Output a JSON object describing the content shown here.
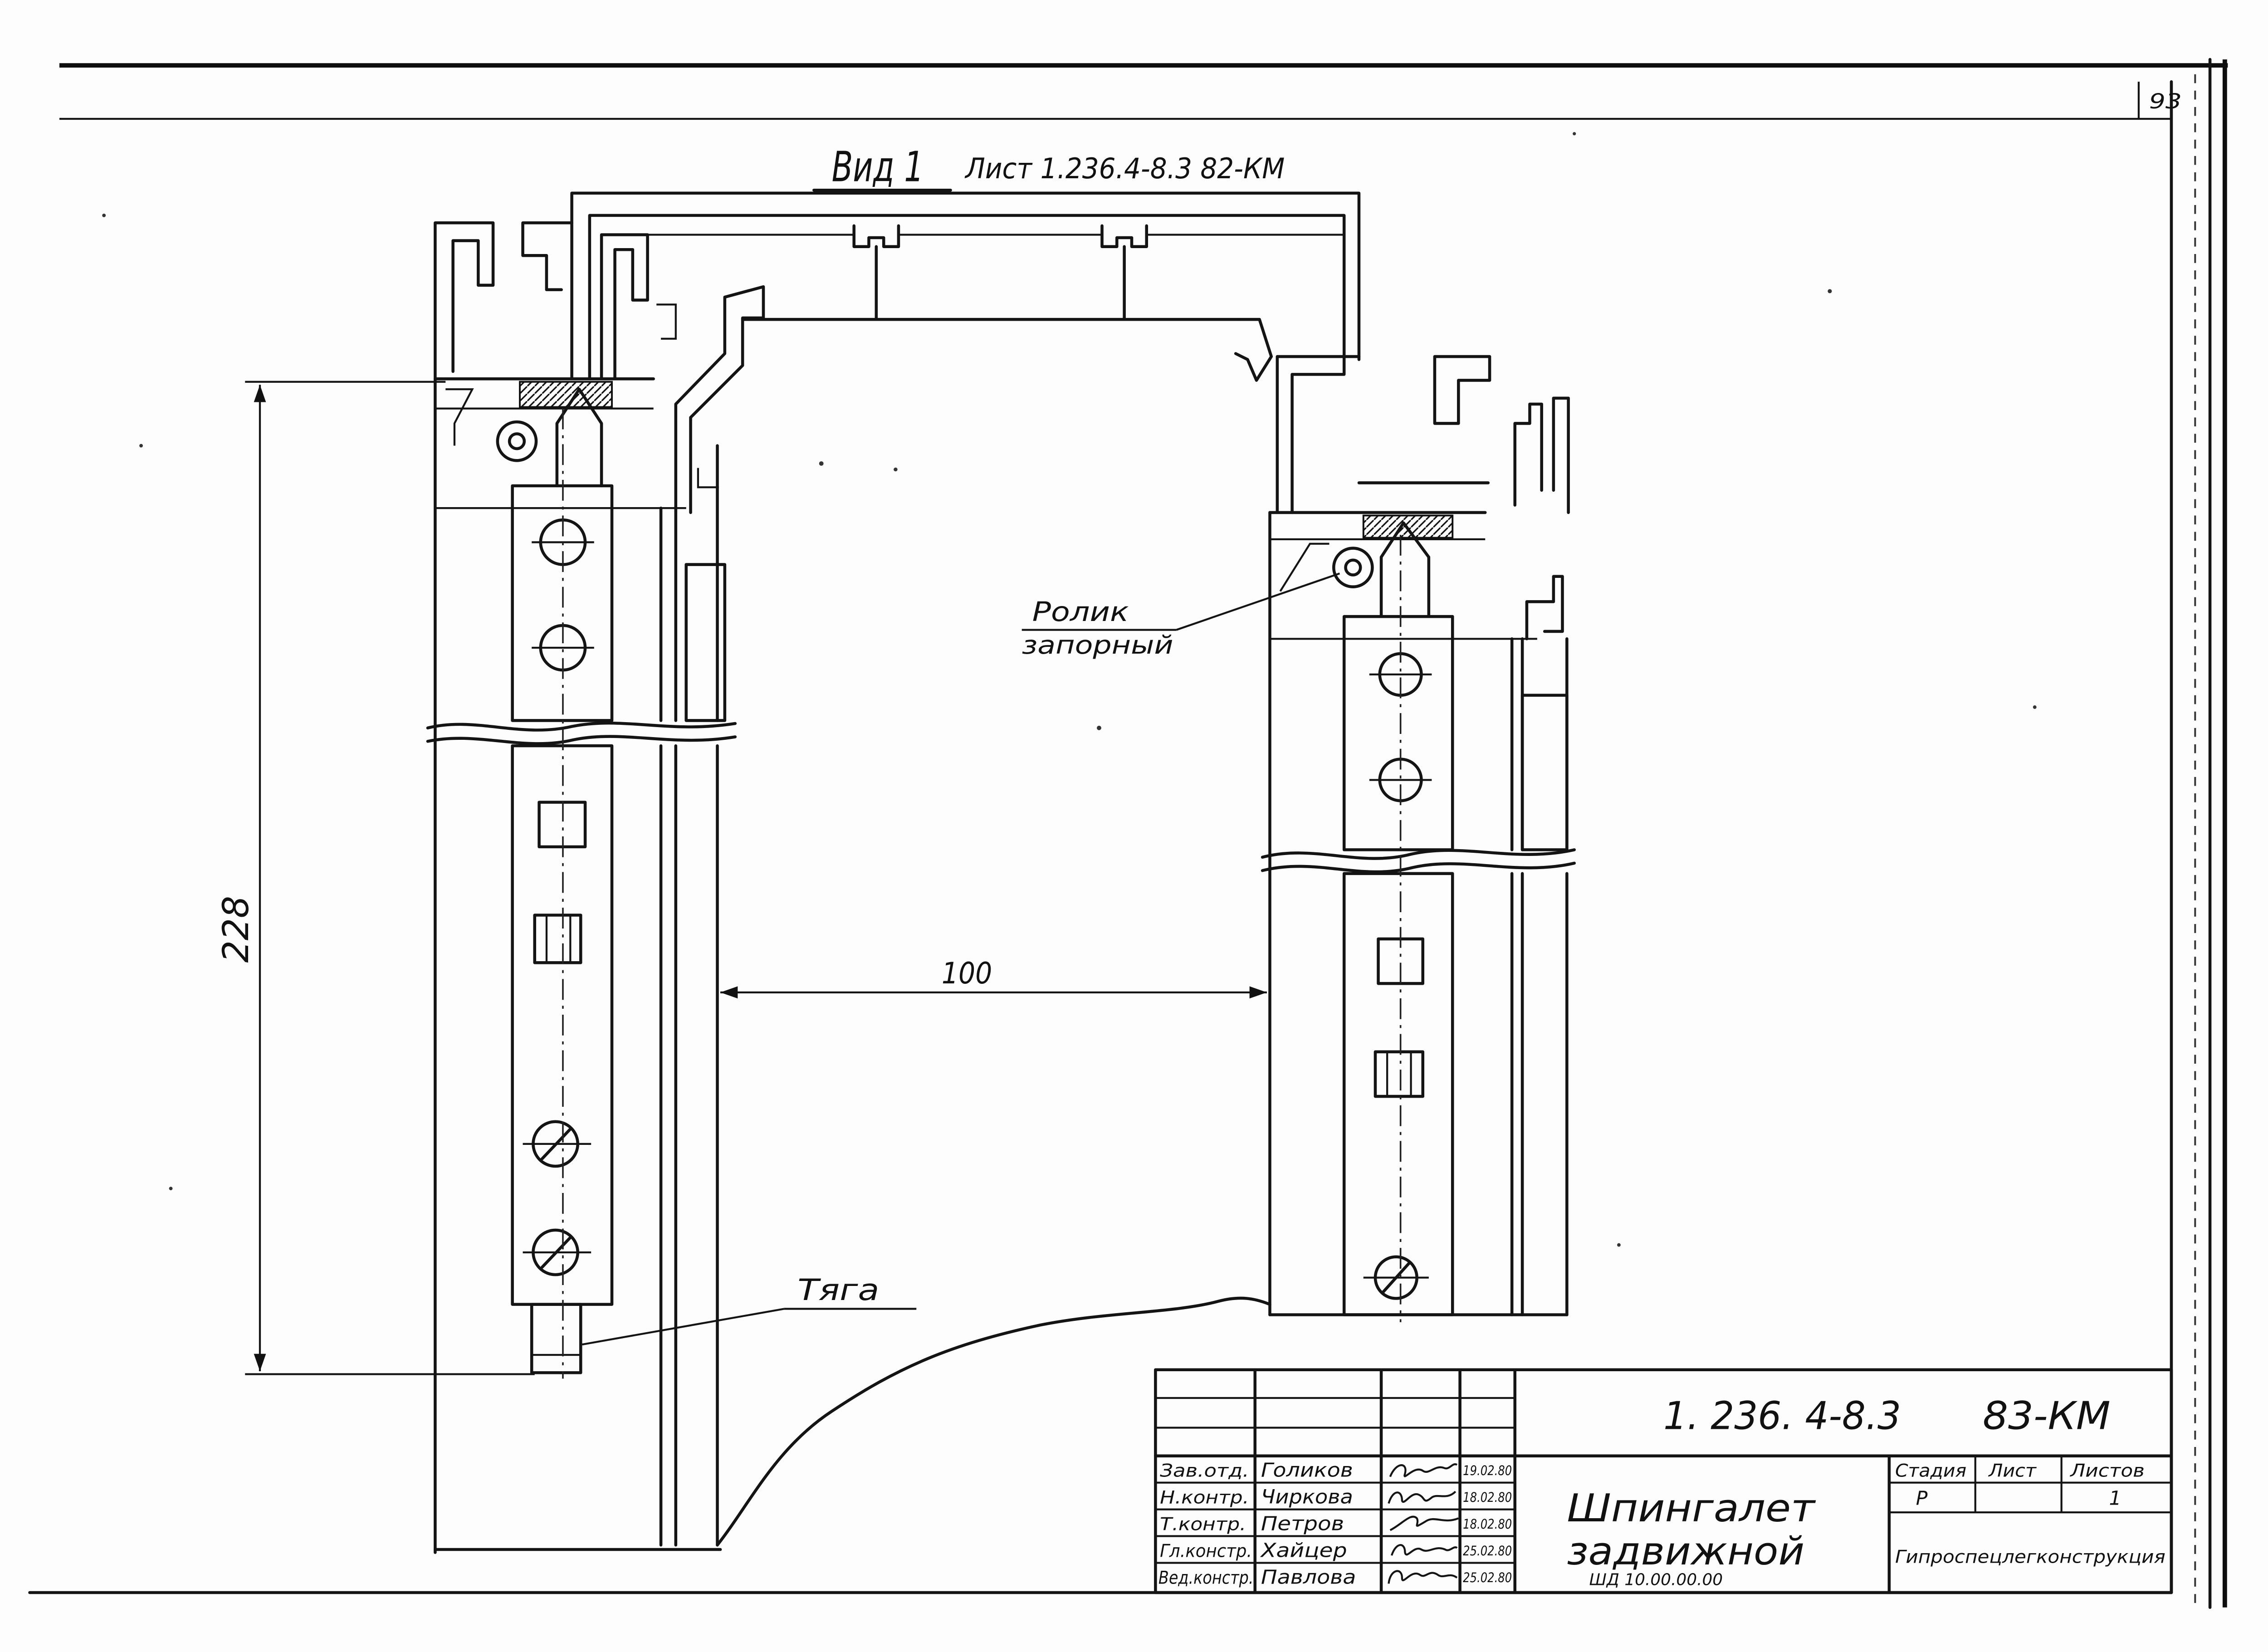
{
  "page_number": "93",
  "view": {
    "title": "Вид 1",
    "reference": "Лист 1.236.4-8.3 82-КМ"
  },
  "callouts": {
    "roller_line1": "Ролик",
    "roller_line2": "запорный",
    "rod": "Тяга"
  },
  "dimensions": {
    "height": "228",
    "width": "100"
  },
  "title_block": {
    "designation": "1. 236. 4-8.3",
    "sheet_code": "83-КМ",
    "name_line1": "Шпингалет",
    "name_line2": "задвижной",
    "product_code": "ШД 10.00.00.00",
    "stage_header": "Стадия",
    "sheet_header": "Лист",
    "sheets_header": "Листов",
    "stage": "Р",
    "sheets": "1",
    "organization": "Гипроспецлегконструкция",
    "signatures": [
      {
        "role": "Зав.отд.",
        "name": "Голиков",
        "date": "19.02.80"
      },
      {
        "role": "Н.контр.",
        "name": "Чиркова",
        "date": "18.02.80"
      },
      {
        "role": "Т.контр.",
        "name": "Петров",
        "date": "18.02.80"
      },
      {
        "role": "Гл.констр.",
        "name": "Хайцер",
        "date": "25.02.80"
      },
      {
        "role": "Вед.констр.",
        "name": "Павлова",
        "date": "25.02.80"
      }
    ]
  }
}
